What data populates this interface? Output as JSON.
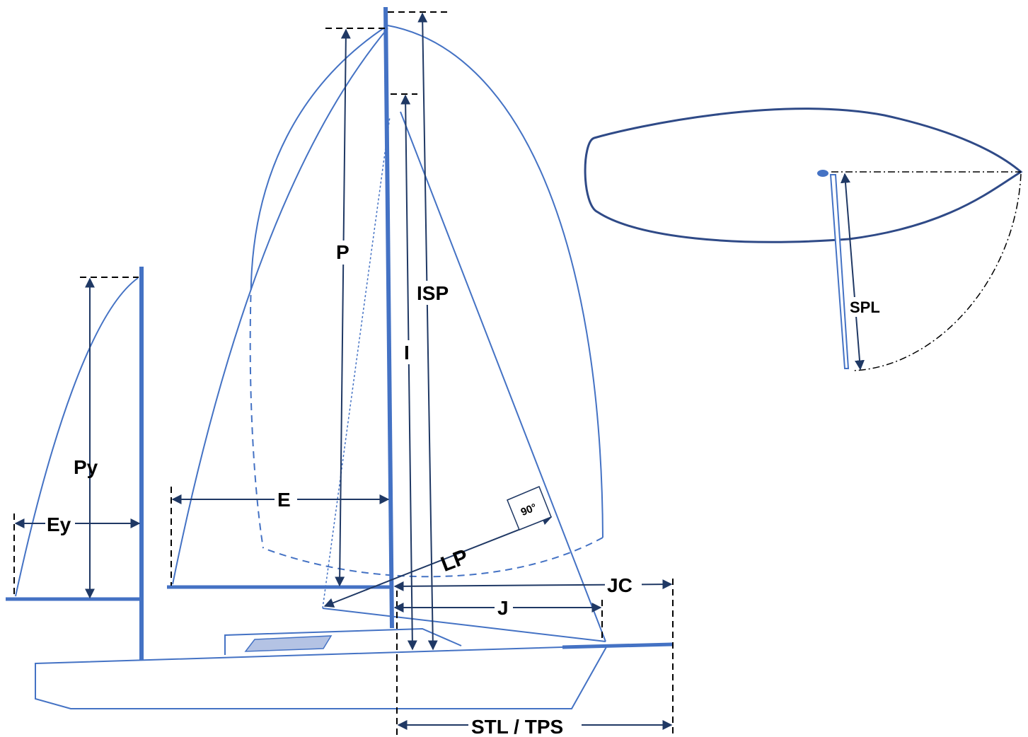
{
  "colors": {
    "structure": "#4472c4",
    "dimension": "#1f3864",
    "window": "#b4c3e4",
    "label": "#000000",
    "guide": "#000000"
  },
  "labels": {
    "p": "P",
    "isp": "ISP",
    "i": "I",
    "e": "E",
    "lp": "LP",
    "right_angle": "90°",
    "jc": "JC",
    "j": "J",
    "stl_tps": "STL / TPS",
    "py": "Py",
    "ey": "Ey",
    "spl": "SPL"
  }
}
